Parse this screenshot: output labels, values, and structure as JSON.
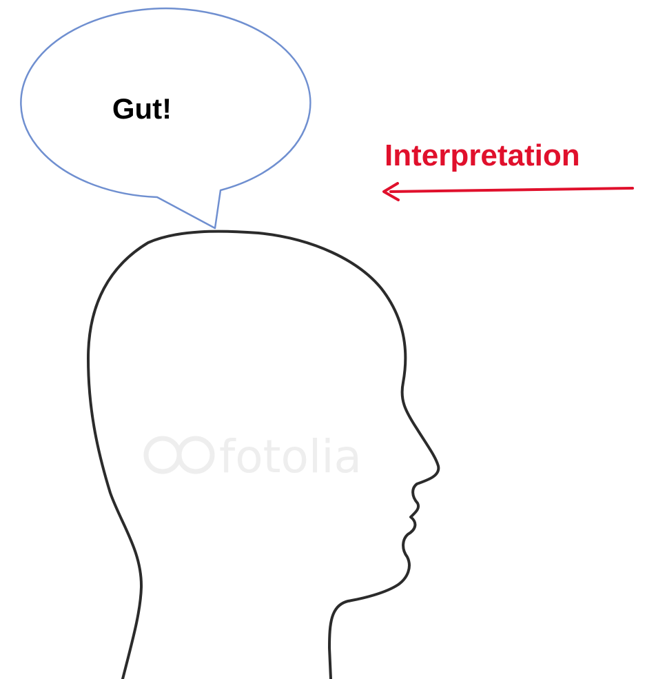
{
  "speech_bubble": {
    "text": "Gut!"
  },
  "interpretation_label": {
    "text": "Interpretation"
  },
  "watermark": {
    "text": "fotolia"
  },
  "colors": {
    "bubble_stroke": "#6f8fd0",
    "bubble_fill": "#ffffff",
    "label": "#e0102c",
    "arrow": "#e0102c",
    "head_outline": "#2b2b2b",
    "text": "#000000",
    "watermark": "#eeeeee"
  },
  "icons": {
    "arrow": "left-arrow-icon",
    "watermark_logo": "fotolia-logo-icon"
  }
}
